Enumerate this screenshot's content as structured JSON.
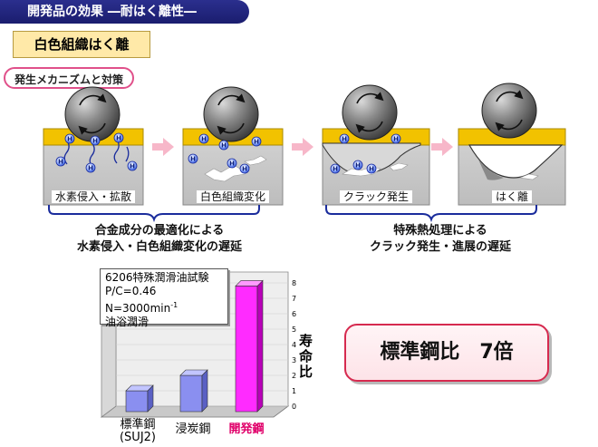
{
  "header": {
    "title": "開発品の効果 ―耐はく離性―"
  },
  "subtitle": "白色組織はく離",
  "mechanism_label": "発生メカニズムと対策",
  "stages": [
    {
      "caption": "水素侵入・拡散"
    },
    {
      "caption": "白色組織変化"
    },
    {
      "caption": "クラック発生"
    },
    {
      "caption": "はく離"
    }
  ],
  "hydrogen_symbol": "H",
  "groups": [
    {
      "line1": "合金成分の最適化による",
      "line2": "水素侵入・白色組織変化の遅延"
    },
    {
      "line1": "特殊熱処理による",
      "line2": "クラック発生・進展の遅延"
    }
  ],
  "legend": {
    "line1": "6206特殊潤滑油試験",
    "line2": "P/C=0.46",
    "line3_main": "N=3000min",
    "line3_sup": "-1",
    "line4": "油浴潤滑"
  },
  "ratio_text": "標準鋼比　7倍",
  "colors": {
    "header_bg": "#1a1d6e",
    "subtitle_bg": "#ffe9a8",
    "pill_border": "#e0508a",
    "highlight_text": "#e0006a",
    "bar_normal": "#8a8ff0",
    "bar_dev": "#ff2bff",
    "ratio_border": "#d62a4f"
  },
  "chart_data": {
    "type": "bar",
    "categories": [
      "標準鋼",
      "浸炭鋼",
      "開発鋼"
    ],
    "category_sub": [
      "(SUJ2)",
      "",
      ""
    ],
    "values": [
      1,
      2,
      7.8
    ],
    "ylabel": "寿命比",
    "ylim": [
      0,
      8
    ],
    "yticks": [
      "0",
      "1",
      "2",
      "3",
      "4",
      "5",
      "6",
      "7",
      "8"
    ],
    "highlight_category": "開発鋼"
  }
}
